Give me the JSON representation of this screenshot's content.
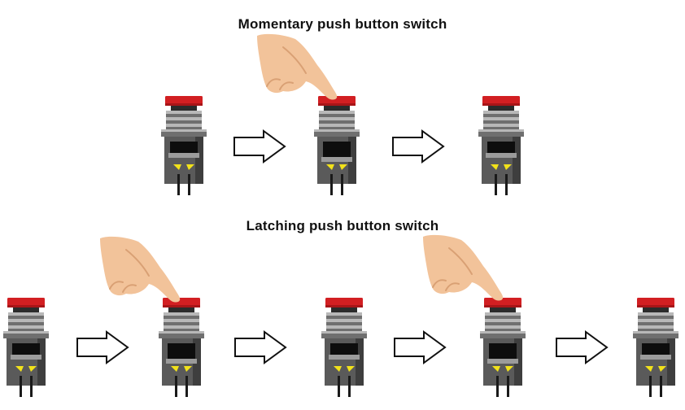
{
  "diagram": {
    "momentary": {
      "title": "Momentary push button switch",
      "steps": [
        "released",
        "pressed",
        "released"
      ],
      "finger_press": [
        false,
        true,
        false
      ]
    },
    "latching": {
      "title": "Latching push button switch",
      "steps": [
        "released",
        "pressed",
        "latched",
        "pressed",
        "released"
      ],
      "finger_press": [
        false,
        true,
        false,
        true,
        false
      ]
    },
    "colors": {
      "cap": "#d21f22",
      "cap_shadow": "#a81518",
      "collar": "#2b2b2b",
      "thread_light": "#b8b8b8",
      "thread_dark": "#6f6f6f",
      "body": "#5a5a5a",
      "body_dark": "#3e3e3e",
      "window": "#0d0d0d",
      "plunger": "#9b9b9b",
      "contact": "#f2e21a",
      "leg": "#1a1a1a",
      "finger": "#f2c39a",
      "finger_shade": "#d9a074",
      "arrow_stroke": "#111111",
      "arrow_fill": "#ffffff"
    },
    "icons": [
      "pointing-finger-icon",
      "right-arrow-icon",
      "push-button-switch-icon"
    ]
  }
}
